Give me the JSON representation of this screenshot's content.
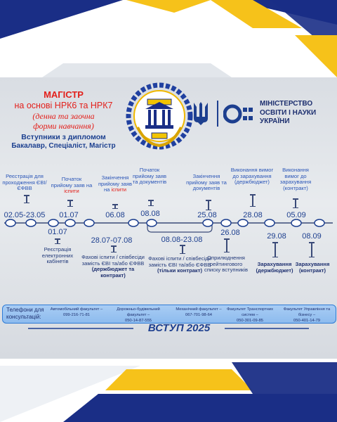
{
  "header": {
    "title": "МАГІСТР",
    "basis": "на основі НРК6 та НРК7",
    "form_line1": "(денна та заочна",
    "form_line2": "форми навчання)",
    "applicants1": "Вступники з дипломом",
    "applicants2": "Бакалавр, Спеціаліст, Магістр"
  },
  "ministry": {
    "line1": "МІНІСТЕРСТВО",
    "line2": "ОСВІТИ І НАУКИ",
    "line3": "УКРАЇНИ"
  },
  "timeline": {
    "milestones": [
      {
        "date": "02.05-23.05",
        "label": "Реєстрація для проходження ЄВІ/ЄФВВ"
      },
      {
        "date": "01.07",
        "label": "Початок прийому заяв на",
        "label_red": "іспити"
      },
      {
        "date": "06.08",
        "label": "Закінчення прийому заяв на",
        "label_red": "іспити"
      },
      {
        "date": "08.08",
        "label": "Початок прийому заяв та документів"
      },
      {
        "date": "25.08",
        "label": "Закінчення прийому заяв та документів"
      },
      {
        "date": "28.08",
        "label": "Виконання вимог до зарахування (держбюджет)"
      },
      {
        "date": "05.09",
        "label": "Виконання вимог до зарахування (контракт)"
      }
    ],
    "below_points": [
      {
        "date": "01.07",
        "label": "Реєстрація електронних кабінетів"
      },
      {
        "date": "28.07-07.08",
        "label": "Фахові іспити / співбесіди замість ЄВІ та/або ЄФВВ",
        "note": "(держбюджет та контракт)"
      },
      {
        "date": "08.08-23.08",
        "label": "Фахові іспити / співбесіди замість ЄВІ та/або ЄФВВ",
        "note": "(тільки контракт)"
      },
      {
        "date": "26.08",
        "label": "Оприлюднення рейтингового списку вступників"
      },
      {
        "date": "29.08",
        "label": "Зарахування (держбюджет)"
      },
      {
        "date": "08.09",
        "label": "Зарахування (контракт)"
      }
    ]
  },
  "phone_bar": {
    "label": "Телефони для консультацій:",
    "contacts": [
      {
        "faculty": "Автомобільний факультет –",
        "phone": "099-216-71-81"
      },
      {
        "faculty": "Дорожньо-будівельний факультет –",
        "phone": "050-14-87-555"
      },
      {
        "faculty": "Механічний факультет –",
        "phone": "067-701-98-64"
      },
      {
        "faculty": "Факультет Транспортних систем –",
        "phone": "050-301-09-85"
      },
      {
        "faculty": "Факультет Управління та бізнесу –",
        "phone": "050-401-14-79"
      }
    ]
  },
  "footer": {
    "title": "ВСТУП 2025"
  },
  "colors": {
    "red": "#e3201b",
    "blue": "#1d3f8f",
    "accent_yellow": "#f6c21a",
    "navy": "#1a2e86"
  }
}
